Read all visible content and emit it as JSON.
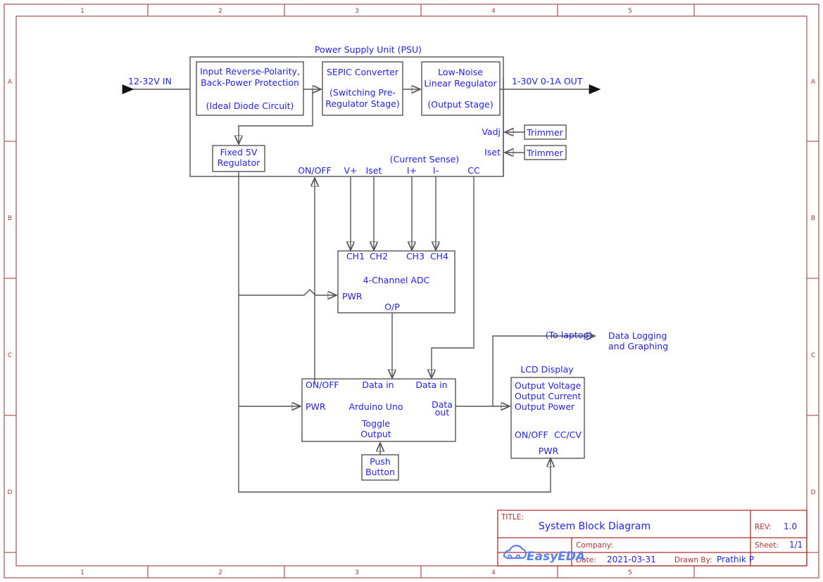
{
  "sheet": {
    "frame_color": "#b05c5c",
    "wire_color": "#555555",
    "label_color": "#2222ee",
    "column_marks": [
      "1",
      "2",
      "3",
      "4",
      "5"
    ],
    "row_marks": [
      "A",
      "B",
      "C",
      "D"
    ]
  },
  "psu": {
    "title": "Power Supply Unit (PSU)",
    "input_label": "12-32V IN",
    "output_label": "1-30V 0-1A OUT",
    "blocks": {
      "protection": {
        "line1": "Input Reverse-Polarity,",
        "line2": "Back-Power Protection",
        "line3": "(Ideal Diode Circuit)"
      },
      "sepic": {
        "line1": "SEPIC Converter",
        "line2": "(Switching Pre-",
        "line3": "Regulator Stage)"
      },
      "ldo": {
        "line1": "Low-Noise",
        "line2": "Linear Regulator",
        "line3": "(Output Stage)"
      },
      "reg5v": {
        "line1": "Fixed 5V",
        "line2": "Regulator"
      }
    },
    "adjust_pins": [
      {
        "pin": "Vadj",
        "source": "Trimmer"
      },
      {
        "pin": "Iset",
        "source": "Trimmer"
      }
    ],
    "bottom_pins": [
      "ON/OFF",
      "V+",
      "Iset",
      "I+",
      "I-",
      "CC"
    ],
    "current_sense_note": "(Current Sense)"
  },
  "adc": {
    "title": "4-Channel ADC",
    "channels": [
      "CH1",
      "CH2",
      "CH3",
      "CH4"
    ],
    "power_pin": "PWR",
    "output_pin": "O/P"
  },
  "mcu": {
    "title": "Arduino Uno",
    "onoff_pin": "ON/OFF",
    "power_pin": "PWR",
    "data_in_1": "Data in",
    "data_in_2": "Data in",
    "data_out_line1": "Data",
    "data_out_line2": "out",
    "toggle_line1": "Toggle",
    "toggle_line2": "Output"
  },
  "push_button": {
    "line1": "Push",
    "line2": "Button"
  },
  "lcd": {
    "title": "LCD Display",
    "readouts": [
      "Output Voltage",
      "Output Current",
      "Output Power"
    ],
    "indicators": [
      "ON/OFF",
      "CC/CV"
    ],
    "power_pin": "PWR"
  },
  "laptop": {
    "note": "(To laptop)",
    "line1": "Data Logging",
    "line2": "and Graphing"
  },
  "title_block": {
    "title_key": "TITLE:",
    "title_value": "System Block Diagram",
    "rev_key": "REV:",
    "rev_value": "1.0",
    "company_key": "Company:",
    "company_value": "",
    "sheet_key": "Sheet:",
    "sheet_value": "1/1",
    "date_key": "Date:",
    "date_value": "2021-03-31",
    "drawn_key": "Drawn By:",
    "drawn_value": "Prathik P",
    "logo_text": "EasyEDA"
  }
}
